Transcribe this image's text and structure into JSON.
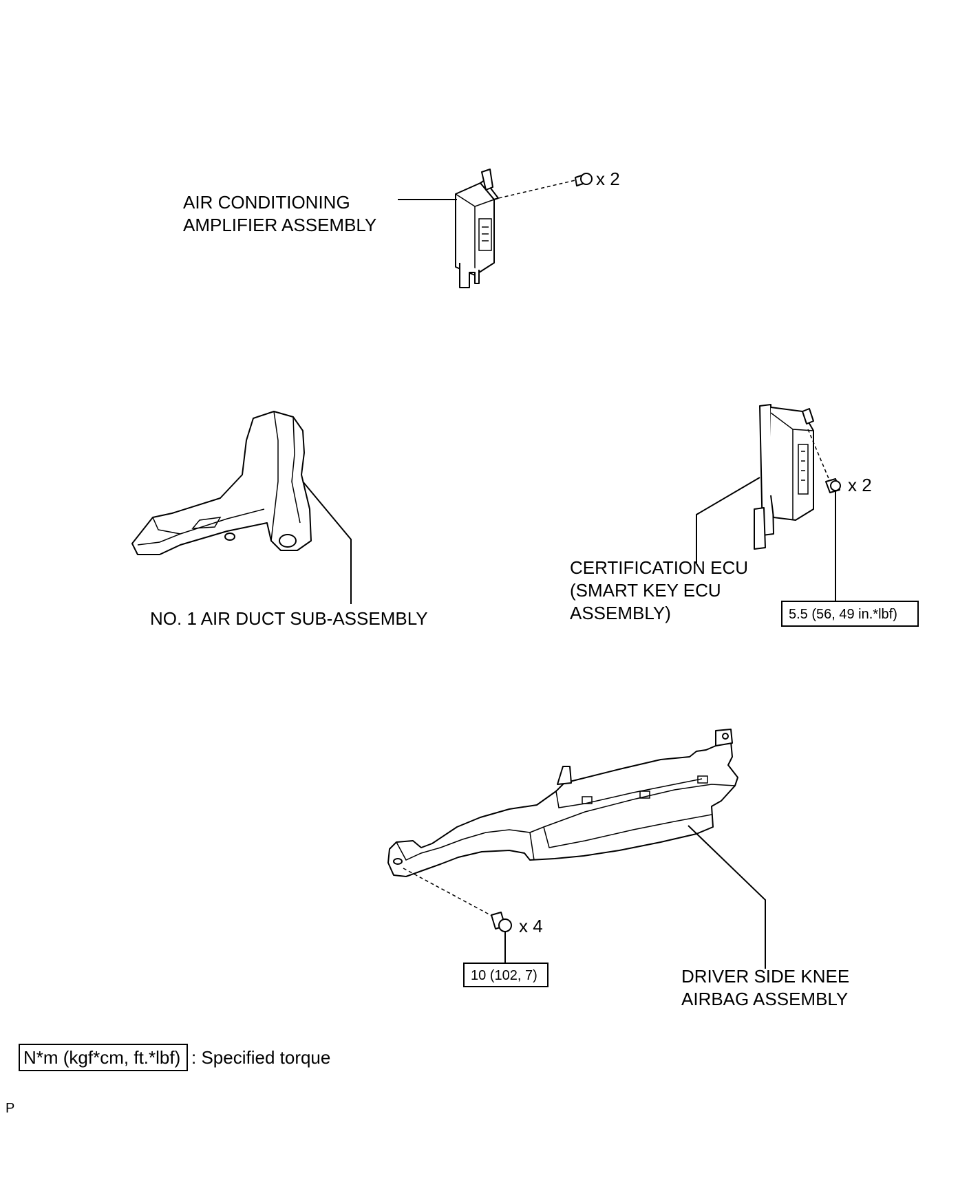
{
  "parts": {
    "ac_amplifier": {
      "line1": "AIR CONDITIONING",
      "line2": "AMPLIFIER ASSEMBLY",
      "qty": "x 2"
    },
    "air_duct": {
      "label": "NO. 1 AIR DUCT SUB-ASSEMBLY"
    },
    "certification_ecu": {
      "line1": "CERTIFICATION ECU",
      "line2": "(SMART KEY ECU",
      "line3": "ASSEMBLY)",
      "qty": "x 2",
      "torque": "5.5 (56, 49 in.*lbf)"
    },
    "knee_airbag": {
      "line1": "DRIVER SIDE KNEE",
      "line2": "AIRBAG ASSEMBLY",
      "qty": "x 4",
      "torque": "10 (102, 7)"
    }
  },
  "legend": {
    "box_text": "N*m (kgf*cm, ft.*lbf)",
    "description": ": Specified torque"
  },
  "corner_mark": "P"
}
